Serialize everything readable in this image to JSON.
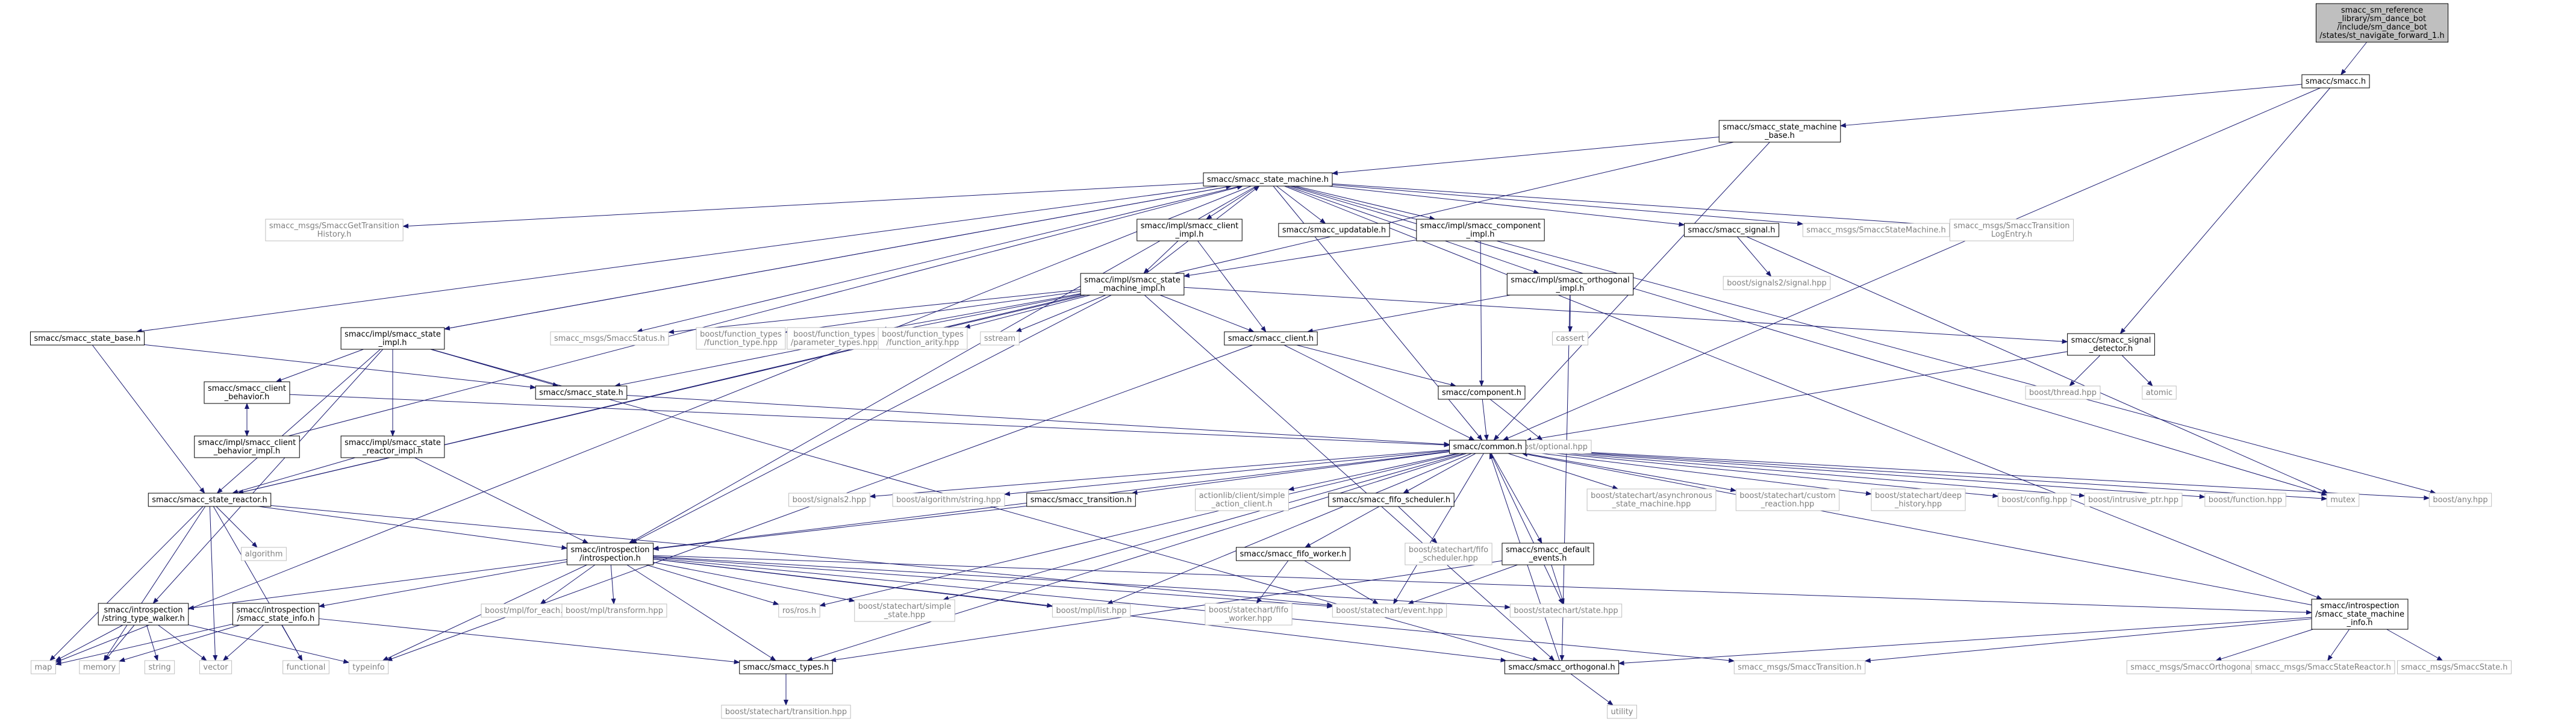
{
  "colors": {
    "background": "#ffffff",
    "root_fill": "#bfbfbf",
    "node_border": "#000000",
    "external_border": "#bfbfbf",
    "external_text": "#7f7f7f",
    "edge": "#191970"
  },
  "nodes": [
    {
      "id": "root",
      "lines": [
        "smacc_sm_reference",
        "_library/sm_dance_bot",
        "/include/sm_dance_bot",
        "/states/st_navigate_forward_1.h"
      ],
      "kind": "root"
    },
    {
      "id": "smacc_h",
      "lines": [
        "smacc/smacc.h"
      ],
      "kind": "internal"
    },
    {
      "id": "sm_base",
      "lines": [
        "smacc/smacc_state_machine",
        "_base.h"
      ],
      "kind": "internal"
    },
    {
      "id": "sm",
      "lines": [
        "smacc/smacc_state_machine.h"
      ],
      "kind": "internal"
    },
    {
      "id": "msg_gettrans",
      "lines": [
        "smacc_msgs/SmaccGetTransition",
        "History.h"
      ],
      "kind": "external"
    },
    {
      "id": "client_impl",
      "lines": [
        "smacc/impl/smacc_client",
        "_impl.h"
      ],
      "kind": "internal"
    },
    {
      "id": "updatable",
      "lines": [
        "smacc/smacc_updatable.h"
      ],
      "kind": "internal"
    },
    {
      "id": "component_impl",
      "lines": [
        "smacc/impl/smacc_component",
        "_impl.h"
      ],
      "kind": "internal"
    },
    {
      "id": "signal",
      "lines": [
        "smacc/smacc_signal.h"
      ],
      "kind": "internal"
    },
    {
      "id": "msg_sm",
      "lines": [
        "smacc_msgs/SmaccStateMachine.h"
      ],
      "kind": "external"
    },
    {
      "id": "msg_translog",
      "lines": [
        "smacc_msgs/SmaccTransition",
        "LogEntry.h"
      ],
      "kind": "external"
    },
    {
      "id": "state_base",
      "lines": [
        "smacc/smacc_state_base.h"
      ],
      "kind": "internal"
    },
    {
      "id": "state_impl",
      "lines": [
        "smacc/impl/smacc_state",
        "_impl.h"
      ],
      "kind": "internal"
    },
    {
      "id": "msg_status",
      "lines": [
        "smacc_msgs/SmaccStatus.h"
      ],
      "kind": "external"
    },
    {
      "id": "sm_impl",
      "lines": [
        "smacc/impl/smacc_state",
        "_machine_impl.h"
      ],
      "kind": "internal"
    },
    {
      "id": "ft_type",
      "lines": [
        "boost/function_types",
        "/function_type.hpp"
      ],
      "kind": "external"
    },
    {
      "id": "ft_params",
      "lines": [
        "boost/function_types",
        "/parameter_types.hpp"
      ],
      "kind": "external"
    },
    {
      "id": "ft_arity",
      "lines": [
        "boost/function_types",
        "/function_arity.hpp"
      ],
      "kind": "external"
    },
    {
      "id": "sstream",
      "lines": [
        "sstream"
      ],
      "kind": "external"
    },
    {
      "id": "orth_impl",
      "lines": [
        "smacc/impl/smacc_orthogonal",
        "_impl.h"
      ],
      "kind": "internal"
    },
    {
      "id": "cassert",
      "lines": [
        "cassert"
      ],
      "kind": "external"
    },
    {
      "id": "signals2",
      "lines": [
        "boost/signals2/signal.hpp"
      ],
      "kind": "external"
    },
    {
      "id": "sig_detector",
      "lines": [
        "smacc/smacc_signal",
        "_detector.h"
      ],
      "kind": "internal"
    },
    {
      "id": "bthread",
      "lines": [
        "boost/thread.hpp"
      ],
      "kind": "external"
    },
    {
      "id": "atomic",
      "lines": [
        "atomic"
      ],
      "kind": "external"
    },
    {
      "id": "client_behavior",
      "lines": [
        "smacc/smacc_client",
        "_behavior.h"
      ],
      "kind": "internal"
    },
    {
      "id": "state_h",
      "lines": [
        "smacc/smacc_state.h"
      ],
      "kind": "internal"
    },
    {
      "id": "client_h",
      "lines": [
        "smacc/smacc_client.h"
      ],
      "kind": "internal"
    },
    {
      "id": "component_h",
      "lines": [
        "smacc/component.h"
      ],
      "kind": "internal"
    },
    {
      "id": "optional",
      "lines": [
        "boost/optional.hpp"
      ],
      "kind": "external"
    },
    {
      "id": "cb_impl",
      "lines": [
        "smacc/impl/smacc_client",
        "_behavior_impl.h"
      ],
      "kind": "internal"
    },
    {
      "id": "reactor_impl",
      "lines": [
        "smacc/impl/smacc_state",
        "_reactor_impl.h"
      ],
      "kind": "internal"
    },
    {
      "id": "common",
      "lines": [
        "smacc/common.h"
      ],
      "kind": "internal"
    },
    {
      "id": "reactor",
      "lines": [
        "smacc/smacc_state_reactor.h"
      ],
      "kind": "internal"
    },
    {
      "id": "signals2hpp",
      "lines": [
        "boost/signals2.hpp"
      ],
      "kind": "external"
    },
    {
      "id": "algostring",
      "lines": [
        "boost/algorithm/string.hpp"
      ],
      "kind": "external"
    },
    {
      "id": "transition",
      "lines": [
        "smacc/smacc_transition.h"
      ],
      "kind": "internal"
    },
    {
      "id": "actionlib",
      "lines": [
        "actionlib/client/simple",
        "_action_client.h"
      ],
      "kind": "external"
    },
    {
      "id": "fifo_sched",
      "lines": [
        "smacc/smacc_fifo_scheduler.h"
      ],
      "kind": "internal"
    },
    {
      "id": "asyncsm",
      "lines": [
        "boost/statechart/asynchronous",
        "_state_machine.hpp"
      ],
      "kind": "external"
    },
    {
      "id": "customreact",
      "lines": [
        "boost/statechart/custom",
        "_reaction.hpp"
      ],
      "kind": "external"
    },
    {
      "id": "deephist",
      "lines": [
        "boost/statechart/deep",
        "_history.hpp"
      ],
      "kind": "external"
    },
    {
      "id": "config",
      "lines": [
        "boost/config.hpp"
      ],
      "kind": "external"
    },
    {
      "id": "intrusive",
      "lines": [
        "boost/intrusive_ptr.hpp"
      ],
      "kind": "external"
    },
    {
      "id": "function",
      "lines": [
        "boost/function.hpp"
      ],
      "kind": "external"
    },
    {
      "id": "mutex",
      "lines": [
        "mutex"
      ],
      "kind": "external"
    },
    {
      "id": "any",
      "lines": [
        "boost/any.hpp"
      ],
      "kind": "external"
    },
    {
      "id": "algorithm",
      "lines": [
        "algorithm"
      ],
      "kind": "external"
    },
    {
      "id": "introspection",
      "lines": [
        "smacc/introspection",
        "/introspection.h"
      ],
      "kind": "internal"
    },
    {
      "id": "fifo_worker",
      "lines": [
        "smacc/smacc_fifo_worker.h"
      ],
      "kind": "internal"
    },
    {
      "id": "fifo_sched_hpp",
      "lines": [
        "boost/statechart/fifo",
        "_scheduler.hpp"
      ],
      "kind": "external"
    },
    {
      "id": "default_events",
      "lines": [
        "smacc/smacc_default",
        "_events.h"
      ],
      "kind": "internal"
    },
    {
      "id": "sm_info",
      "lines": [
        "smacc/introspection",
        "/smacc_state_machine",
        "_info.h"
      ],
      "kind": "internal"
    },
    {
      "id": "stw",
      "lines": [
        "smacc/introspection",
        "/string_type_walker.h"
      ],
      "kind": "internal"
    },
    {
      "id": "state_info",
      "lines": [
        "smacc/introspection",
        "/smacc_state_info.h"
      ],
      "kind": "internal"
    },
    {
      "id": "foreach",
      "lines": [
        "boost/mpl/for_each.hpp"
      ],
      "kind": "external"
    },
    {
      "id": "transform",
      "lines": [
        "boost/mpl/transform.hpp"
      ],
      "kind": "external"
    },
    {
      "id": "rosros",
      "lines": [
        "ros/ros.h"
      ],
      "kind": "external"
    },
    {
      "id": "simplestate",
      "lines": [
        "boost/statechart/simple",
        "_state.hpp"
      ],
      "kind": "external"
    },
    {
      "id": "mpllist",
      "lines": [
        "boost/mpl/list.hpp"
      ],
      "kind": "external"
    },
    {
      "id": "fifo_worker_hpp",
      "lines": [
        "boost/statechart/fifo",
        "_worker.hpp"
      ],
      "kind": "external"
    },
    {
      "id": "event",
      "lines": [
        "boost/statechart/event.hpp"
      ],
      "kind": "external"
    },
    {
      "id": "statehpp",
      "lines": [
        "boost/statechart/state.hpp"
      ],
      "kind": "external"
    },
    {
      "id": "map",
      "lines": [
        "map"
      ],
      "kind": "external"
    },
    {
      "id": "memory",
      "lines": [
        "memory"
      ],
      "kind": "external"
    },
    {
      "id": "string",
      "lines": [
        "string"
      ],
      "kind": "external"
    },
    {
      "id": "vector",
      "lines": [
        "vector"
      ],
      "kind": "external"
    },
    {
      "id": "functional",
      "lines": [
        "functional"
      ],
      "kind": "external"
    },
    {
      "id": "typeinfo",
      "lines": [
        "typeinfo"
      ],
      "kind": "external"
    },
    {
      "id": "types",
      "lines": [
        "smacc/smacc_types.h"
      ],
      "kind": "internal"
    },
    {
      "id": "orthogonal",
      "lines": [
        "smacc/smacc_orthogonal.h"
      ],
      "kind": "internal"
    },
    {
      "id": "msg_trans",
      "lines": [
        "smacc_msgs/SmaccTransition.h"
      ],
      "kind": "external"
    },
    {
      "id": "msg_orth",
      "lines": [
        "smacc_msgs/SmaccOrthogonal.h"
      ],
      "kind": "external"
    },
    {
      "id": "msg_reactor",
      "lines": [
        "smacc_msgs/SmaccStateReactor.h"
      ],
      "kind": "external"
    },
    {
      "id": "msg_state",
      "lines": [
        "smacc_msgs/SmaccState.h"
      ],
      "kind": "external"
    },
    {
      "id": "transhpp",
      "lines": [
        "boost/statechart/transition.hpp"
      ],
      "kind": "external"
    },
    {
      "id": "utility",
      "lines": [
        "utility"
      ],
      "kind": "external"
    }
  ],
  "edges": [
    [
      "root",
      "smacc_h"
    ],
    [
      "smacc_h",
      "sm_base"
    ],
    [
      "smacc_h",
      "common"
    ],
    [
      "smacc_h",
      "sig_detector"
    ],
    [
      "sm_base",
      "sm"
    ],
    [
      "sm_base",
      "common"
    ],
    [
      "sm_base",
      "reactor"
    ],
    [
      "sm",
      "msg_gettrans"
    ],
    [
      "sm",
      "client_impl"
    ],
    [
      "sm",
      "updatable"
    ],
    [
      "sm",
      "component_impl"
    ],
    [
      "sm",
      "signal"
    ],
    [
      "sm",
      "msg_sm"
    ],
    [
      "sm",
      "msg_translog"
    ],
    [
      "sm",
      "state_base"
    ],
    [
      "sm",
      "state_impl"
    ],
    [
      "sm",
      "msg_status"
    ],
    [
      "sm",
      "common"
    ],
    [
      "sm",
      "introspection"
    ],
    [
      "sm",
      "sm_info"
    ],
    [
      "sm",
      "orth_impl"
    ],
    [
      "sm",
      "map"
    ],
    [
      "sm",
      "mutex"
    ],
    [
      "sm",
      "any"
    ],
    [
      "client_impl",
      "sm_impl"
    ],
    [
      "client_impl",
      "client_h"
    ],
    [
      "component_impl",
      "sm_impl"
    ],
    [
      "component_impl",
      "component_h"
    ],
    [
      "signal",
      "signals2"
    ],
    [
      "signal",
      "mutex"
    ],
    [
      "state_base",
      "state_h"
    ],
    [
      "state_base",
      "reactor"
    ],
    [
      "state_impl",
      "sm"
    ],
    [
      "state_impl",
      "state_h"
    ],
    [
      "state_impl",
      "client_behavior"
    ],
    [
      "state_impl",
      "reactor"
    ],
    [
      "state_impl",
      "reactor_impl"
    ],
    [
      "state_impl",
      "stw"
    ],
    [
      "state_impl",
      "orthogonal"
    ],
    [
      "sm_impl",
      "sm"
    ],
    [
      "sm_impl",
      "msg_status"
    ],
    [
      "sm_impl",
      "ft_type"
    ],
    [
      "sm_impl",
      "ft_params"
    ],
    [
      "sm_impl",
      "ft_arity"
    ],
    [
      "sm_impl",
      "sstream"
    ],
    [
      "sm_impl",
      "client_h"
    ],
    [
      "sm_impl",
      "sig_detector"
    ],
    [
      "sm_impl",
      "state_h"
    ],
    [
      "sm_impl",
      "introspection"
    ],
    [
      "sm_impl",
      "reactor"
    ],
    [
      "sm_impl",
      "orthogonal"
    ],
    [
      "orth_impl",
      "cassert"
    ],
    [
      "orth_impl",
      "client_h"
    ],
    [
      "orth_impl",
      "orthogonal"
    ],
    [
      "sig_detector",
      "bthread"
    ],
    [
      "sig_detector",
      "atomic"
    ],
    [
      "sig_detector",
      "common"
    ],
    [
      "client_behavior",
      "common"
    ],
    [
      "client_behavior",
      "cb_impl"
    ],
    [
      "cb_impl",
      "sm"
    ],
    [
      "cb_impl",
      "client_behavior"
    ],
    [
      "state_h",
      "common"
    ],
    [
      "client_h",
      "common"
    ],
    [
      "client_h",
      "component_h"
    ],
    [
      "client_h",
      "typeinfo"
    ],
    [
      "component_h",
      "common"
    ],
    [
      "component_h",
      "optional"
    ],
    [
      "reactor_impl",
      "reactor"
    ],
    [
      "reactor_impl",
      "introspection"
    ],
    [
      "common",
      "signals2hpp"
    ],
    [
      "common",
      "algostring"
    ],
    [
      "common",
      "transition"
    ],
    [
      "common",
      "actionlib"
    ],
    [
      "common",
      "fifo_sched"
    ],
    [
      "common",
      "asyncsm"
    ],
    [
      "common",
      "customreact"
    ],
    [
      "common",
      "deephist"
    ],
    [
      "common",
      "config"
    ],
    [
      "common",
      "intrusive"
    ],
    [
      "common",
      "function"
    ],
    [
      "common",
      "mutex"
    ],
    [
      "common",
      "any"
    ],
    [
      "common",
      "default_events"
    ],
    [
      "common",
      "introspection"
    ],
    [
      "common",
      "rosros"
    ],
    [
      "common",
      "simplestate"
    ],
    [
      "common",
      "mpllist"
    ],
    [
      "common",
      "event"
    ],
    [
      "common",
      "statehpp"
    ],
    [
      "common",
      "types"
    ],
    [
      "reactor",
      "algorithm"
    ],
    [
      "reactor",
      "introspection"
    ],
    [
      "reactor",
      "map"
    ],
    [
      "reactor",
      "memory"
    ],
    [
      "reactor",
      "vector"
    ],
    [
      "reactor",
      "functional"
    ],
    [
      "reactor",
      "event"
    ],
    [
      "transition",
      "introspection"
    ],
    [
      "fifo_sched",
      "fifo_worker"
    ],
    [
      "fifo_sched",
      "fifo_sched_hpp"
    ],
    [
      "fifo_worker",
      "fifo_worker_hpp"
    ],
    [
      "fifo_worker",
      "event"
    ],
    [
      "default_events",
      "event"
    ],
    [
      "default_events",
      "statehpp"
    ],
    [
      "default_events",
      "types"
    ],
    [
      "introspection",
      "stw"
    ],
    [
      "introspection",
      "state_info"
    ],
    [
      "introspection",
      "foreach"
    ],
    [
      "introspection",
      "transform"
    ],
    [
      "introspection",
      "rosros"
    ],
    [
      "introspection",
      "simplestate"
    ],
    [
      "introspection",
      "mpllist"
    ],
    [
      "introspection",
      "event"
    ],
    [
      "introspection",
      "statehpp"
    ],
    [
      "introspection",
      "typeinfo"
    ],
    [
      "introspection",
      "types"
    ],
    [
      "introspection",
      "sm_info"
    ],
    [
      "introspection",
      "msg_trans"
    ],
    [
      "introspection",
      "orthogonal"
    ],
    [
      "sm_info",
      "common"
    ],
    [
      "sm_info",
      "orthogonal"
    ],
    [
      "sm_info",
      "msg_trans"
    ],
    [
      "sm_info",
      "msg_orth"
    ],
    [
      "sm_info",
      "msg_reactor"
    ],
    [
      "sm_info",
      "msg_state"
    ],
    [
      "stw",
      "map"
    ],
    [
      "stw",
      "memory"
    ],
    [
      "stw",
      "string"
    ],
    [
      "stw",
      "vector"
    ],
    [
      "stw",
      "typeinfo"
    ],
    [
      "state_info",
      "map"
    ],
    [
      "state_info",
      "memory"
    ],
    [
      "state_info",
      "vector"
    ],
    [
      "state_info",
      "functional"
    ],
    [
      "state_info",
      "types"
    ],
    [
      "types",
      "transhpp"
    ],
    [
      "orthogonal",
      "common"
    ],
    [
      "orthogonal",
      "utility"
    ]
  ]
}
